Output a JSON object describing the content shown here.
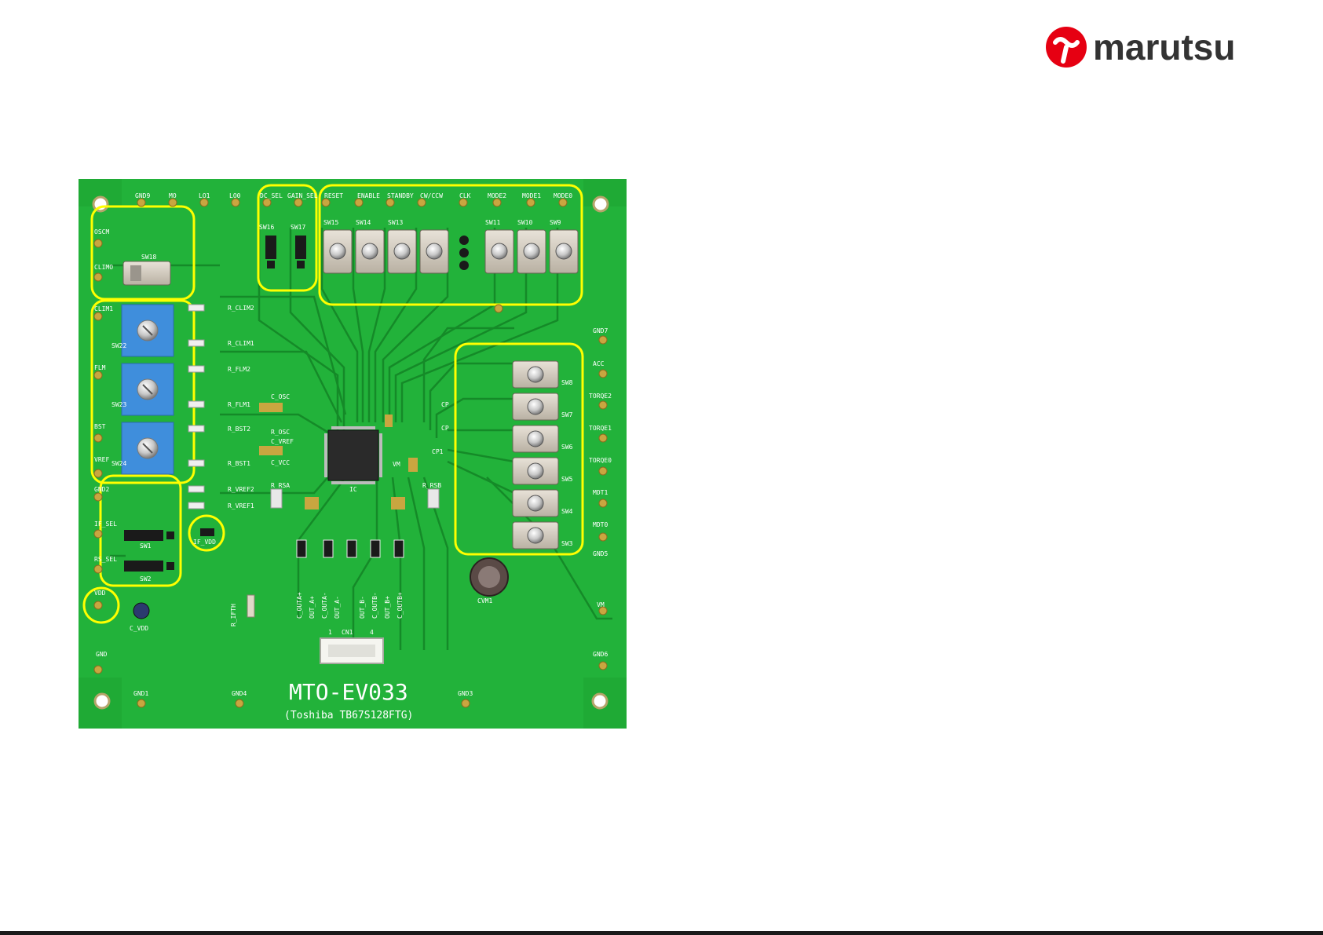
{
  "logo": {
    "text": "marutsu",
    "colors": {
      "red": "#e60012",
      "dark": "#333333"
    }
  },
  "board": {
    "colors": {
      "pcb": "#1faa35",
      "pcb_dark": "#158a28",
      "highlight": "#ffff00",
      "pot": "#3f8edc"
    },
    "title": "MTO-EV033",
    "subtitle": "(Toshiba  TB67S128FTG)",
    "top_labels": [
      "GND9",
      "MO",
      "LO1",
      "LO0",
      "DC_SEL",
      "GAIN_SEL",
      "RESET",
      "ENABLE",
      "STANDBY",
      "CW/CCW",
      "CLK",
      "MODE2",
      "MODE1",
      "MODE0"
    ],
    "left_labels": [
      "OSCM",
      "CLIMO",
      "CLIM1",
      "FLM",
      "BST",
      "VREF",
      "GND2",
      "IF_SEL",
      "RS_SEL",
      "VDD",
      "GND"
    ],
    "right_labels": [
      "GND7",
      "ACC",
      "TORQE2",
      "TORQE1",
      "TORQE0",
      "MDT1",
      "MDT0",
      "GND5",
      "VM",
      "GND6"
    ],
    "bottom_labels": [
      "GND1",
      "GND4",
      "GND3"
    ],
    "switch_labels_top": [
      "SW18",
      "SW16",
      "SW17",
      "SW15",
      "SW14",
      "SW13",
      "SW11",
      "SW10",
      "SW9"
    ],
    "switch_labels_right": [
      "SW8",
      "SW7",
      "SW6",
      "SW5",
      "SW4",
      "SW3"
    ],
    "pot_labels": [
      "SW22",
      "SW23",
      "SW24"
    ],
    "jumper_labels": [
      "SW1",
      "SW2"
    ],
    "resistor_labels": [
      "R_CLIM2",
      "R_CLIM1",
      "R_FLM2",
      "R_FLM1",
      "R_BST2",
      "R_BST1",
      "R_VREF2",
      "R_VREF1"
    ],
    "center_labels": [
      "C_OSC",
      "R_OSC",
      "C_VREF",
      "C_VCC",
      "R_RSA",
      "R_RSB",
      "CP",
      "CP",
      "VM",
      "IC"
    ],
    "output_labels": [
      "C_OUTA+",
      "OUT_A+",
      "C_OUTA-",
      "OUT_A-",
      "OUT_B-",
      "C_OUTB-",
      "OUT_B+",
      "C_OUTB+"
    ],
    "misc_labels": [
      "C_VDD",
      "CVM1",
      "CN1",
      "R_IFTH",
      "IF_VDD",
      "CP1"
    ],
    "connector_pins": [
      "1",
      "4"
    ]
  }
}
